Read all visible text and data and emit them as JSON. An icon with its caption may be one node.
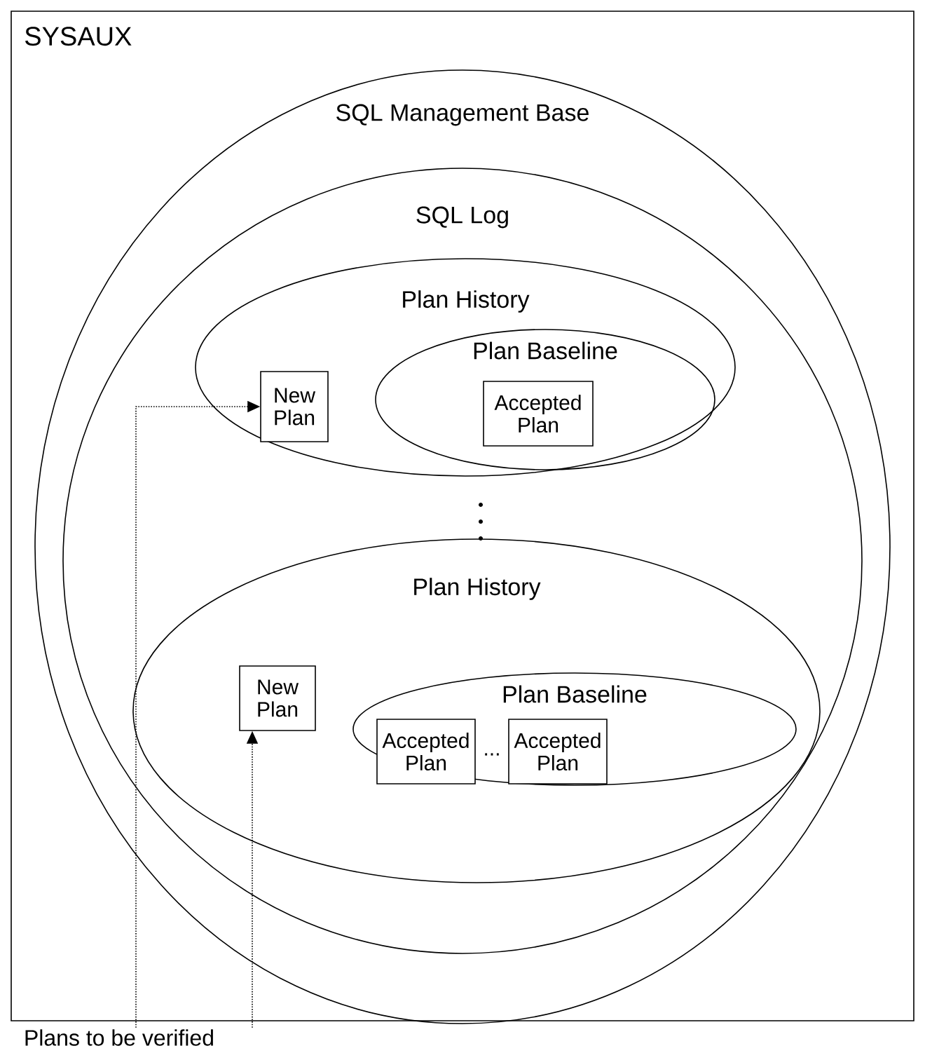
{
  "diagram": {
    "nodes": [
      {
        "text": [
          "SYSAUX"
        ]
      },
      {
        "text": [
          "SQL Management Base"
        ],
        "in": 0
      },
      {
        "text": [
          "SQL Log"
        ],
        "in": 1
      },
      {
        "text": [
          "Plan History"
        ],
        "in": 2
      },
      {
        "text": [
          "New Plan"
        ],
        "in": 3
      },
      {
        "text": [
          "Plan Baseline"
        ],
        "in": 3
      },
      {
        "text": [
          "Accepted Plan"
        ],
        "in": 5
      },
      {
        "text": [
          "Plan History"
        ],
        "in": 2
      },
      {
        "text": [
          "New Plan"
        ],
        "in": 7
      },
      {
        "text": [
          "Plan Baseline"
        ],
        "in": 7
      },
      {
        "text": [
          "Accepted Plan"
        ],
        "in": 9
      },
      {
        "text": [
          "Accepted Plan"
        ],
        "in": 9
      },
      {
        "text": [
          "Plans to be verified"
        ]
      }
    ],
    "edges": [
      {
        "from": 12,
        "to": 4,
        "arrow": "to",
        "style": "dashed"
      },
      {
        "from": 12,
        "to": 8,
        "arrow": "to",
        "style": "dashed"
      }
    ],
    "labels": [
      "..."
    ]
  }
}
